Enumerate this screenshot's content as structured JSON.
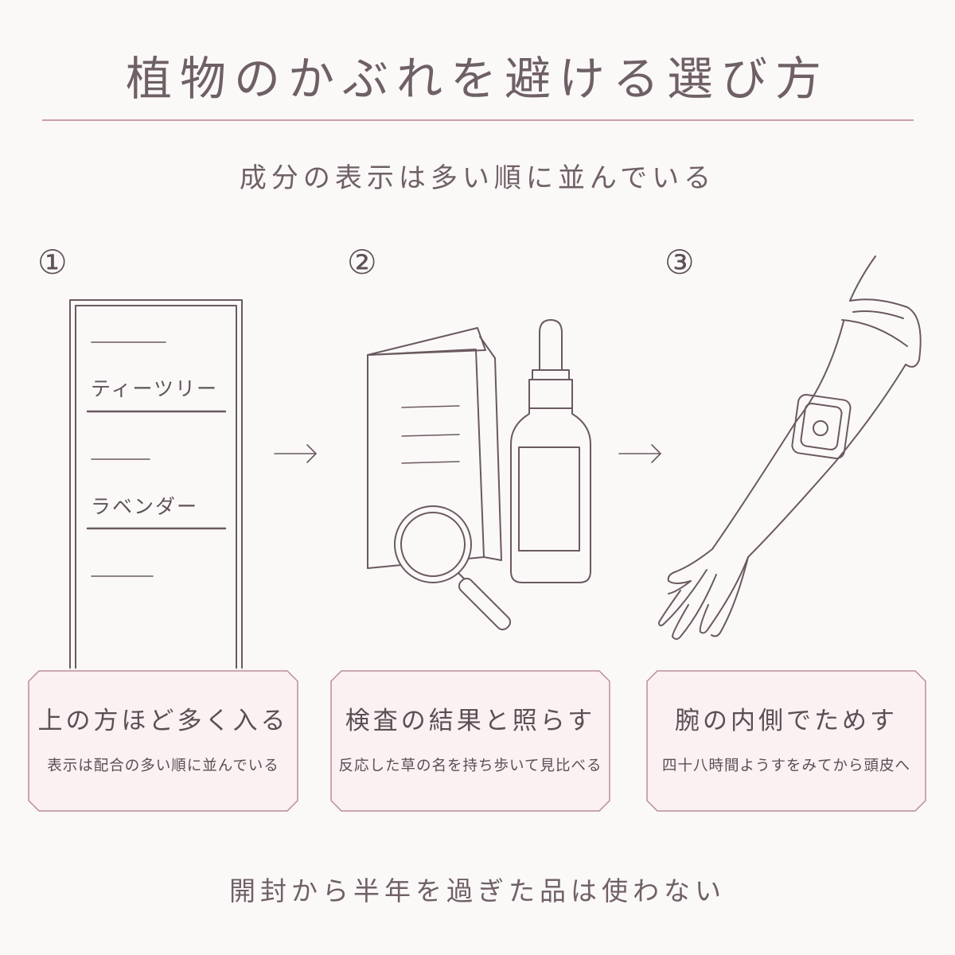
{
  "title": "植物のかぶれを避ける選び方",
  "subtitle": "成分の表示は多い順に並んでいる",
  "steps": [
    {
      "number": "①",
      "label_list": [
        "ティーツリー",
        "ラベンダー"
      ],
      "card_title": "上の方ほど多く入る",
      "card_desc": "表示は配合の多い順に並んでいる"
    },
    {
      "number": "②",
      "card_title": "検査の結果と照らす",
      "card_desc": "反応した草の名を持ち歩いて見比べる"
    },
    {
      "number": "③",
      "card_title": "腕の内側でためす",
      "card_desc": "四十八時間ようすをみてから頭皮へ"
    }
  ],
  "arrows": [
    "→",
    "→"
  ],
  "footer": "開封から半年を過ぎた品は使わない",
  "colors": {
    "background": "#fbf8f8",
    "accent": "#c9a0ab",
    "line": "#6a5a60",
    "card_fill": "#fbf0f2"
  },
  "icons": [
    "ingredient-list-icon",
    "pamphlet-icon",
    "dropper-bottle-icon",
    "magnifier-icon",
    "arm-patch-test-icon"
  ]
}
